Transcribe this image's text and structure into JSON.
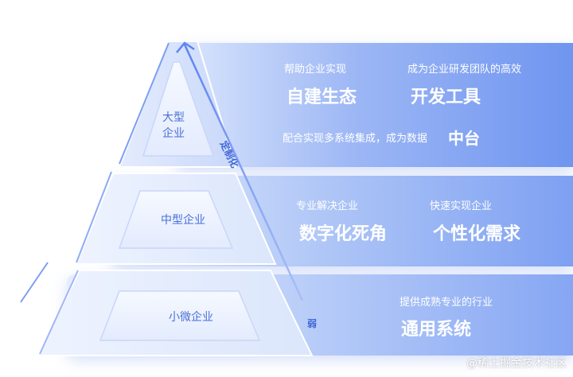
{
  "pyramid": {
    "large": {
      "label_line1": "大型",
      "label_line2": "企业"
    },
    "mid": {
      "label": "中型企业"
    },
    "small": {
      "label": "小微企业"
    }
  },
  "axis": {
    "top_label": "定制化",
    "bottom_label": "弱"
  },
  "panels": {
    "large": {
      "left_caption": "帮助企业实现",
      "left_title": "自建生态",
      "right_caption": "成为企业研发团队的高效",
      "right_title": "开发工具",
      "bottom_caption": "配合实现多系统集成，成为数据",
      "bottom_title": "中台"
    },
    "mid": {
      "left_caption": "专业解决企业",
      "left_title": "数字化死角",
      "right_caption": "快速实现企业",
      "right_title": "个性化需求"
    },
    "small": {
      "caption": "提供成熟专业的行业",
      "title": "通用系统"
    }
  },
  "watermark": "@稀土掘金技术社区",
  "colors": {
    "accent": "#4a6fd8",
    "panel_end": "#6f95f0"
  }
}
